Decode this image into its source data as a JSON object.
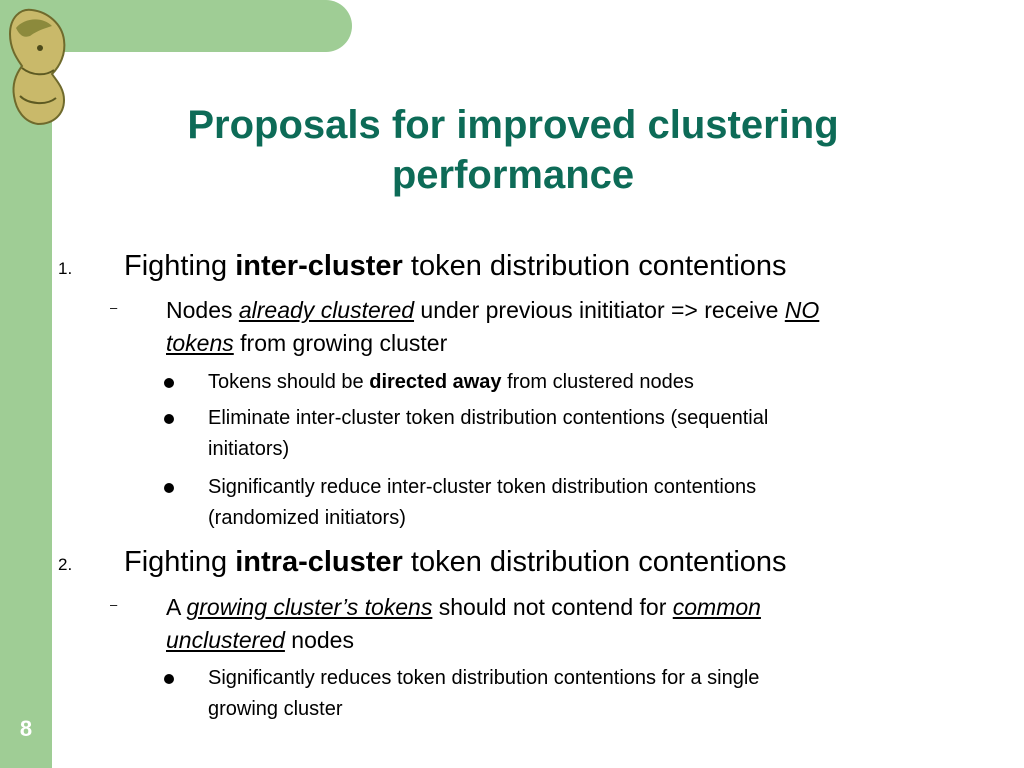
{
  "slide": {
    "number": "8",
    "title_line1": "Proposals for improved clustering",
    "title_line2": "performance"
  },
  "outline": [
    {
      "marker": "1.",
      "pre": "Fighting ",
      "bold": "inter-cluster",
      "post": " token distribution contentions",
      "sub": {
        "marker": "–",
        "t1": "Nodes ",
        "u1": "already clustered",
        "t2": " under previous inititiator => receive ",
        "u2a": "NO",
        "u2b": "tokens",
        "t3": " from growing cluster",
        "bullets": [
          {
            "pre": "Tokens should be ",
            "bold": "directed away",
            "post": " from clustered nodes"
          },
          {
            "line1": "Eliminate inter-cluster token distribution contentions (sequential",
            "line2": "initiators)"
          },
          {
            "line1": "Significantly reduce inter-cluster token distribution contentions",
            "line2": "(randomized initiators)"
          }
        ]
      }
    },
    {
      "marker": "2.",
      "pre": "Fighting ",
      "bold": "intra-cluster",
      "post": " token distribution contentions",
      "sub": {
        "marker": "–",
        "t1": "A ",
        "u1": "growing cluster’s tokens",
        "t2": " should not contend for ",
        "u2a": "common",
        "u2b": "unclustered",
        "t3": " nodes",
        "bullets": [
          {
            "line1": "Significantly reduces token distribution contentions for a single",
            "line2": "growing cluster"
          }
        ]
      }
    }
  ]
}
